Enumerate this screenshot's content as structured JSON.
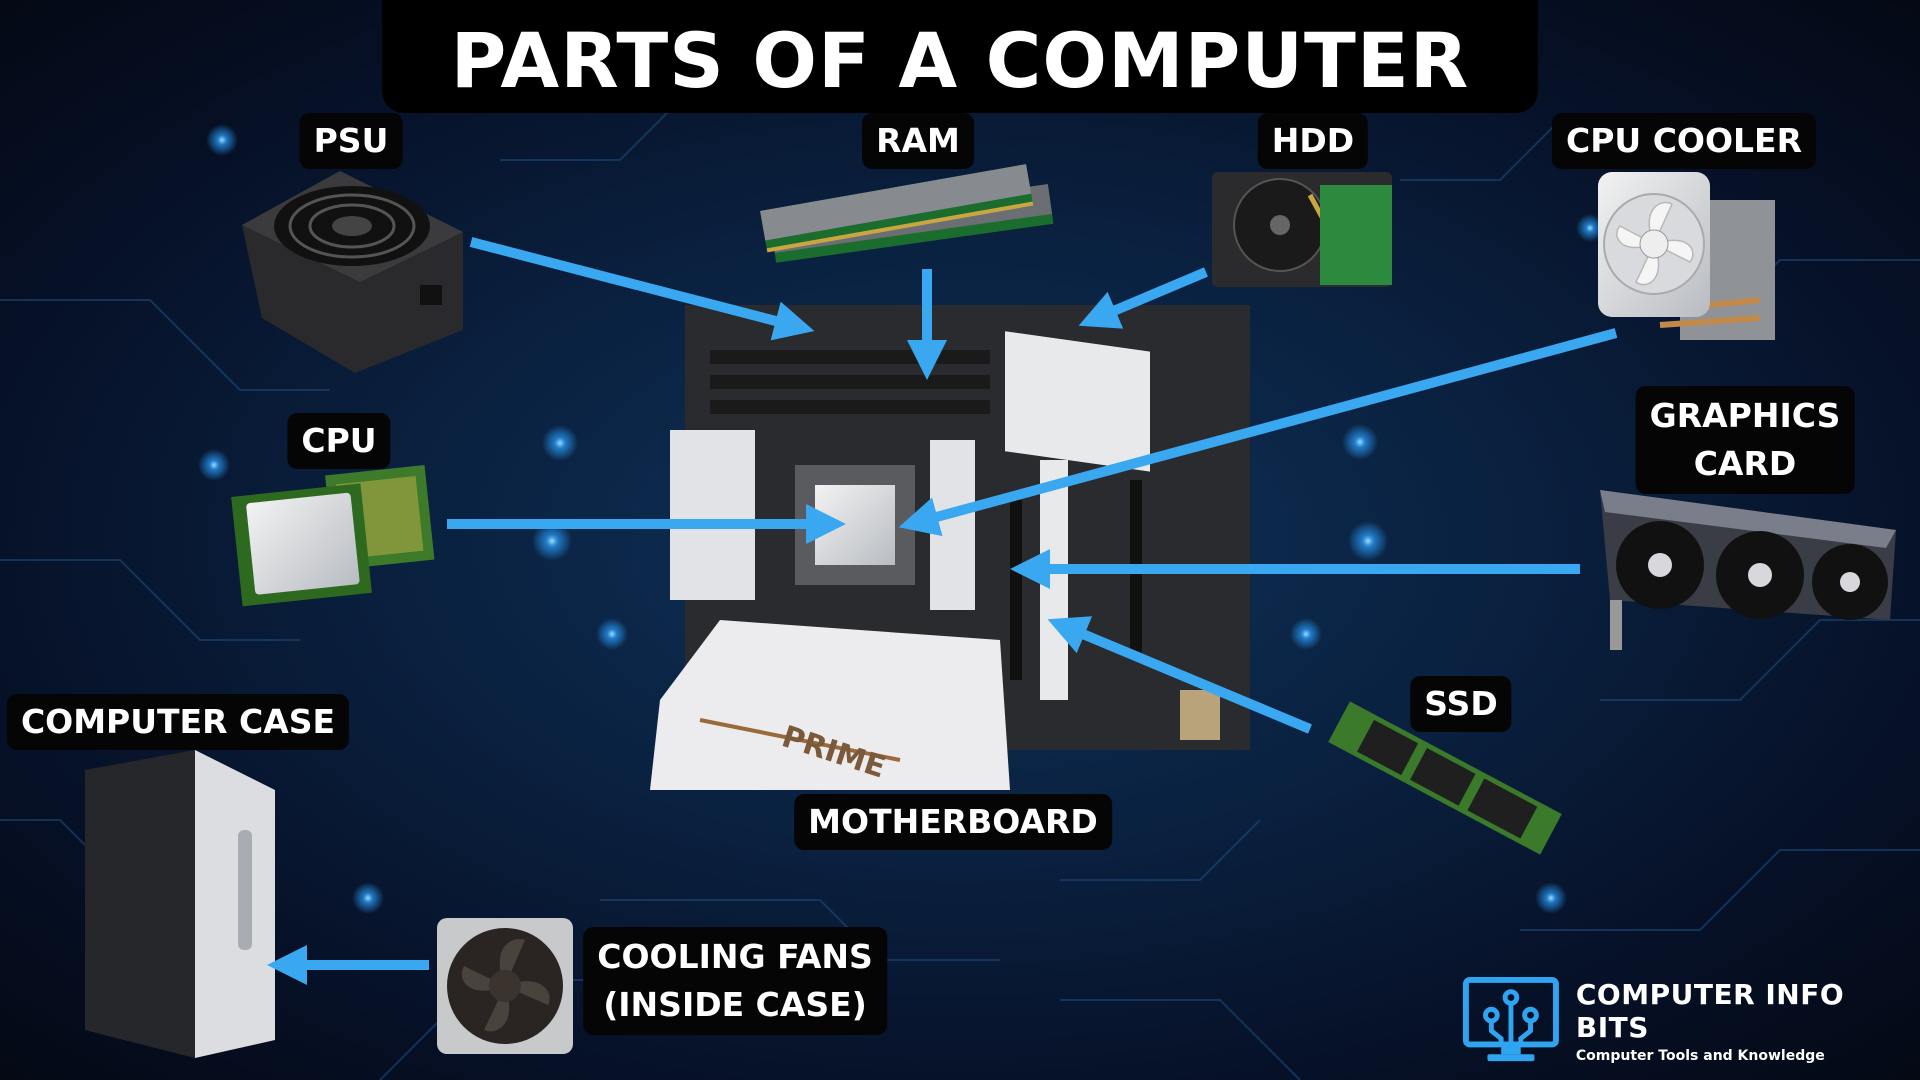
{
  "title": "PARTS OF A COMPUTER",
  "labels": {
    "psu": "PSU",
    "ram": "RAM",
    "hdd": "HDD",
    "cpu_cooler": "CPU COOLER",
    "cpu": "CPU",
    "graphics_card": [
      "GRAPHICS",
      "CARD"
    ],
    "computer_case": "COMPUTER CASE",
    "ssd": "SSD",
    "motherboard": "MOTHERBOARD",
    "cooling_fans": [
      "COOLING FANS",
      "(INSIDE CASE)"
    ]
  },
  "motherboard_brand": "PRIME",
  "logo": {
    "name": "COMPUTER INFO BITS",
    "tagline": "Computer Tools and Knowledge",
    "icon": "monitor-circuit-icon"
  },
  "colors": {
    "arrow": "#3aa8f0",
    "background": "#0a2140",
    "label_bg": "#050505",
    "logo_accent": "#2fa4f0"
  }
}
